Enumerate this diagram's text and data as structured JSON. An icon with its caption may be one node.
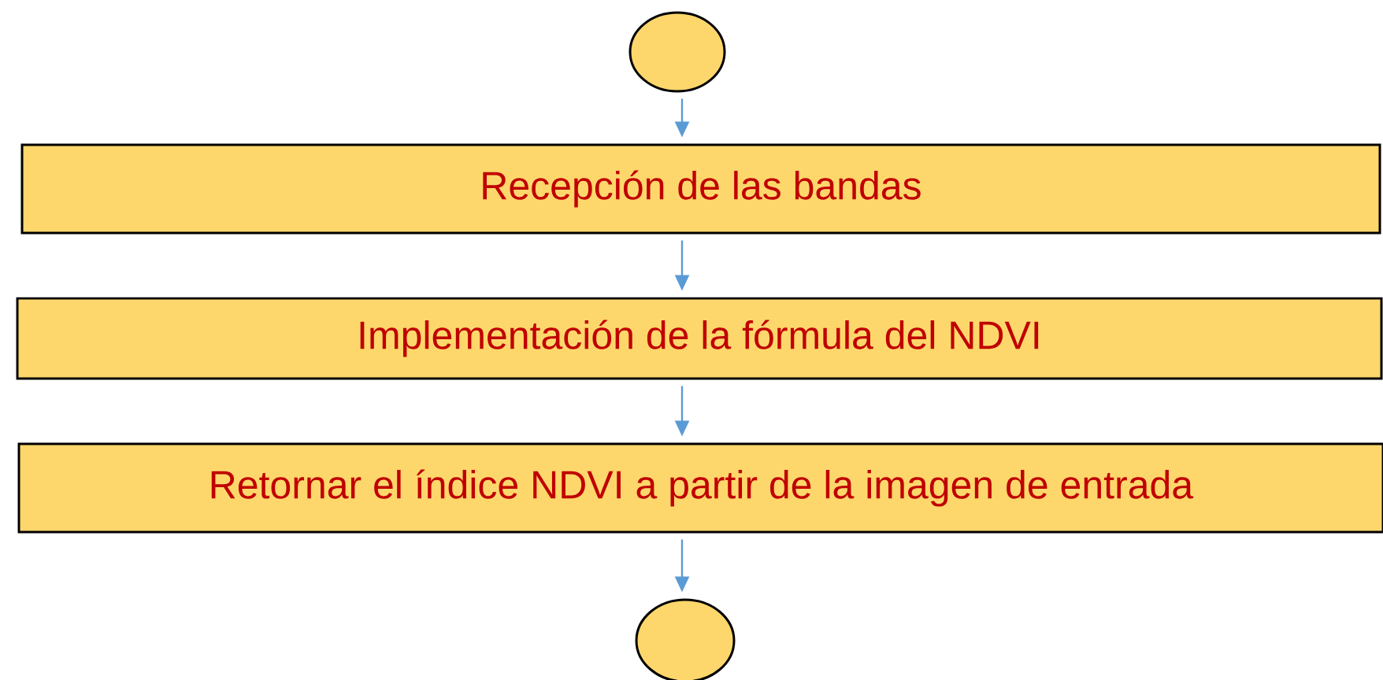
{
  "diagram": {
    "nodes": [
      {
        "text": [],
        "shape": "circle"
      },
      {
        "text": [
          "Recepción de las bandas"
        ]
      },
      {
        "text": [
          "Implementación de la fórmula del NDVI"
        ]
      },
      {
        "text": [
          "Retornar el índice NDVI a partir de la imagen de entrada"
        ]
      },
      {
        "text": [],
        "shape": "circle"
      }
    ],
    "edges": [
      {
        "from": 0,
        "to": 1,
        "arrow": "to"
      },
      {
        "from": 1,
        "to": 2,
        "arrow": "to"
      },
      {
        "from": 2,
        "to": 3,
        "arrow": "to"
      },
      {
        "from": 3,
        "to": 4,
        "arrow": "to"
      }
    ]
  }
}
